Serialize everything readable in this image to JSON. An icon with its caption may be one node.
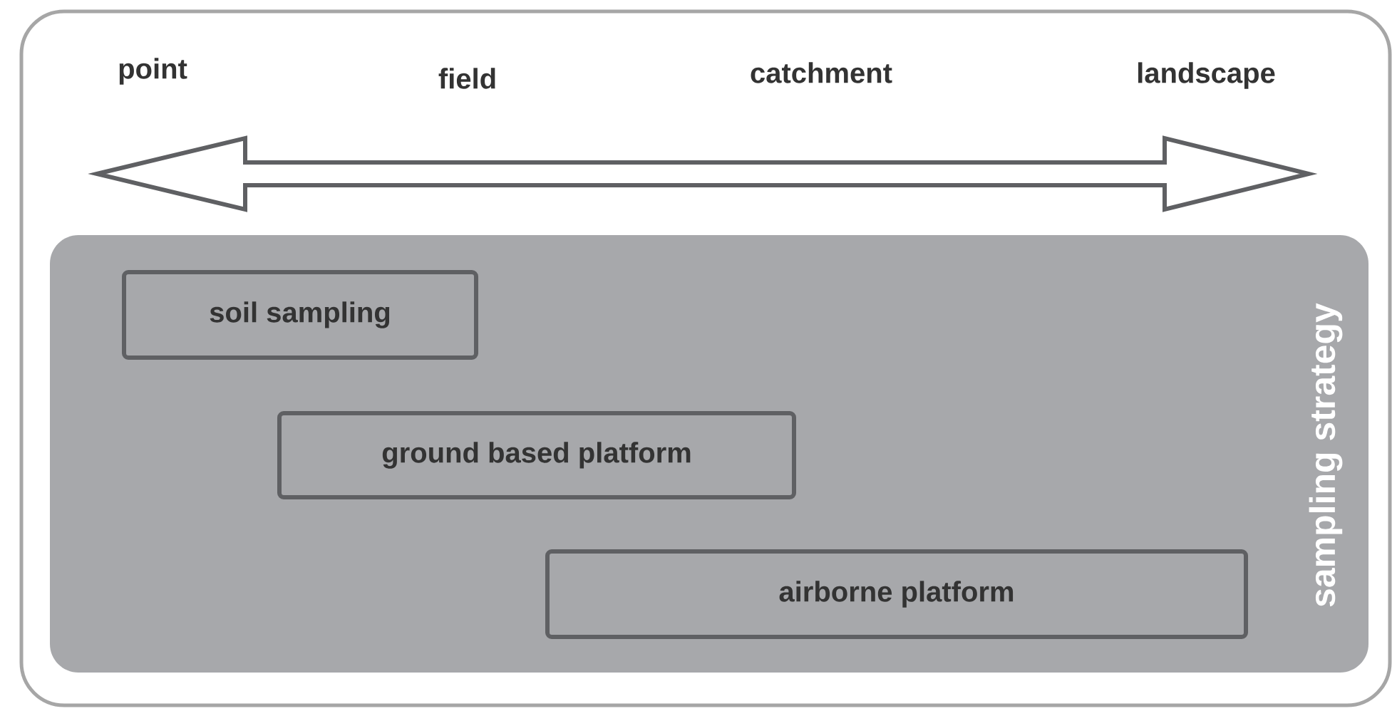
{
  "diagram": {
    "nodes": [
      {
        "text": [
          "sampling strategy"
        ]
      },
      {
        "text": [
          "soil sampling"
        ],
        "in": 0
      },
      {
        "text": [
          "ground based platform"
        ],
        "in": 0
      },
      {
        "text": [
          "airborne platform"
        ],
        "in": 0
      }
    ],
    "labels": [
      "point",
      "field",
      "catchment",
      "landscape"
    ]
  }
}
